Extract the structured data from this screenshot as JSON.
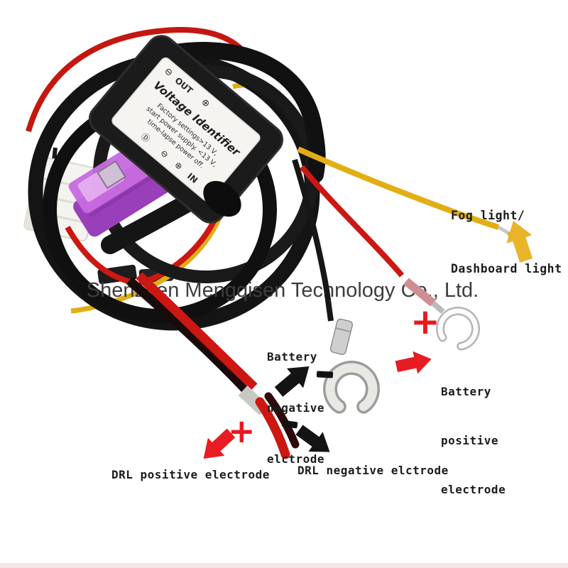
{
  "watermark": "Shenzhen Mengqisen Technology Co., Ltd.",
  "module_label": {
    "title": "Voltage Identifier",
    "line1": "Factory settings>13 V,",
    "line2": "start power supply. <13 V,",
    "line3": "time-lapse power off.",
    "port_out": "OUT",
    "port_in": "IN",
    "sym_minus_out": "⊖",
    "sym_plus_out": "⊕",
    "sym_d": "Ⓓ",
    "sym_minus_in": "⊖",
    "sym_plus_in": "⊕"
  },
  "annotations": {
    "fog": {
      "line1": "Fog light/",
      "line2": "Dashboard light"
    },
    "battery_negative": {
      "line1": "Battery",
      "line2": "negative",
      "line3": "elctrode",
      "sign": "−"
    },
    "battery_positive": {
      "line1": "Battery",
      "line2": "positive",
      "line3": "electrode",
      "sign": "+"
    },
    "drl_positive": {
      "label": "DRL positive electrode",
      "sign": "+"
    },
    "drl_negative": {
      "label": "DRL negative elctrode",
      "sign": "−"
    }
  },
  "icons": {
    "minus": "CSS bar shape",
    "plus": "+",
    "arrow": "block arrow polygon"
  },
  "colors": {
    "arrow_red": "#e81c22",
    "arrow_black": "#141414",
    "arrow_yellow": "#e9b42a",
    "sign_red": "#e8191f",
    "wire_red": "#cc1712",
    "wire_yellow": "#e2ae14",
    "wire_black": "#161616",
    "fuse_purple": "#b55cd4",
    "watermark_gray": "#3d3d3d"
  }
}
